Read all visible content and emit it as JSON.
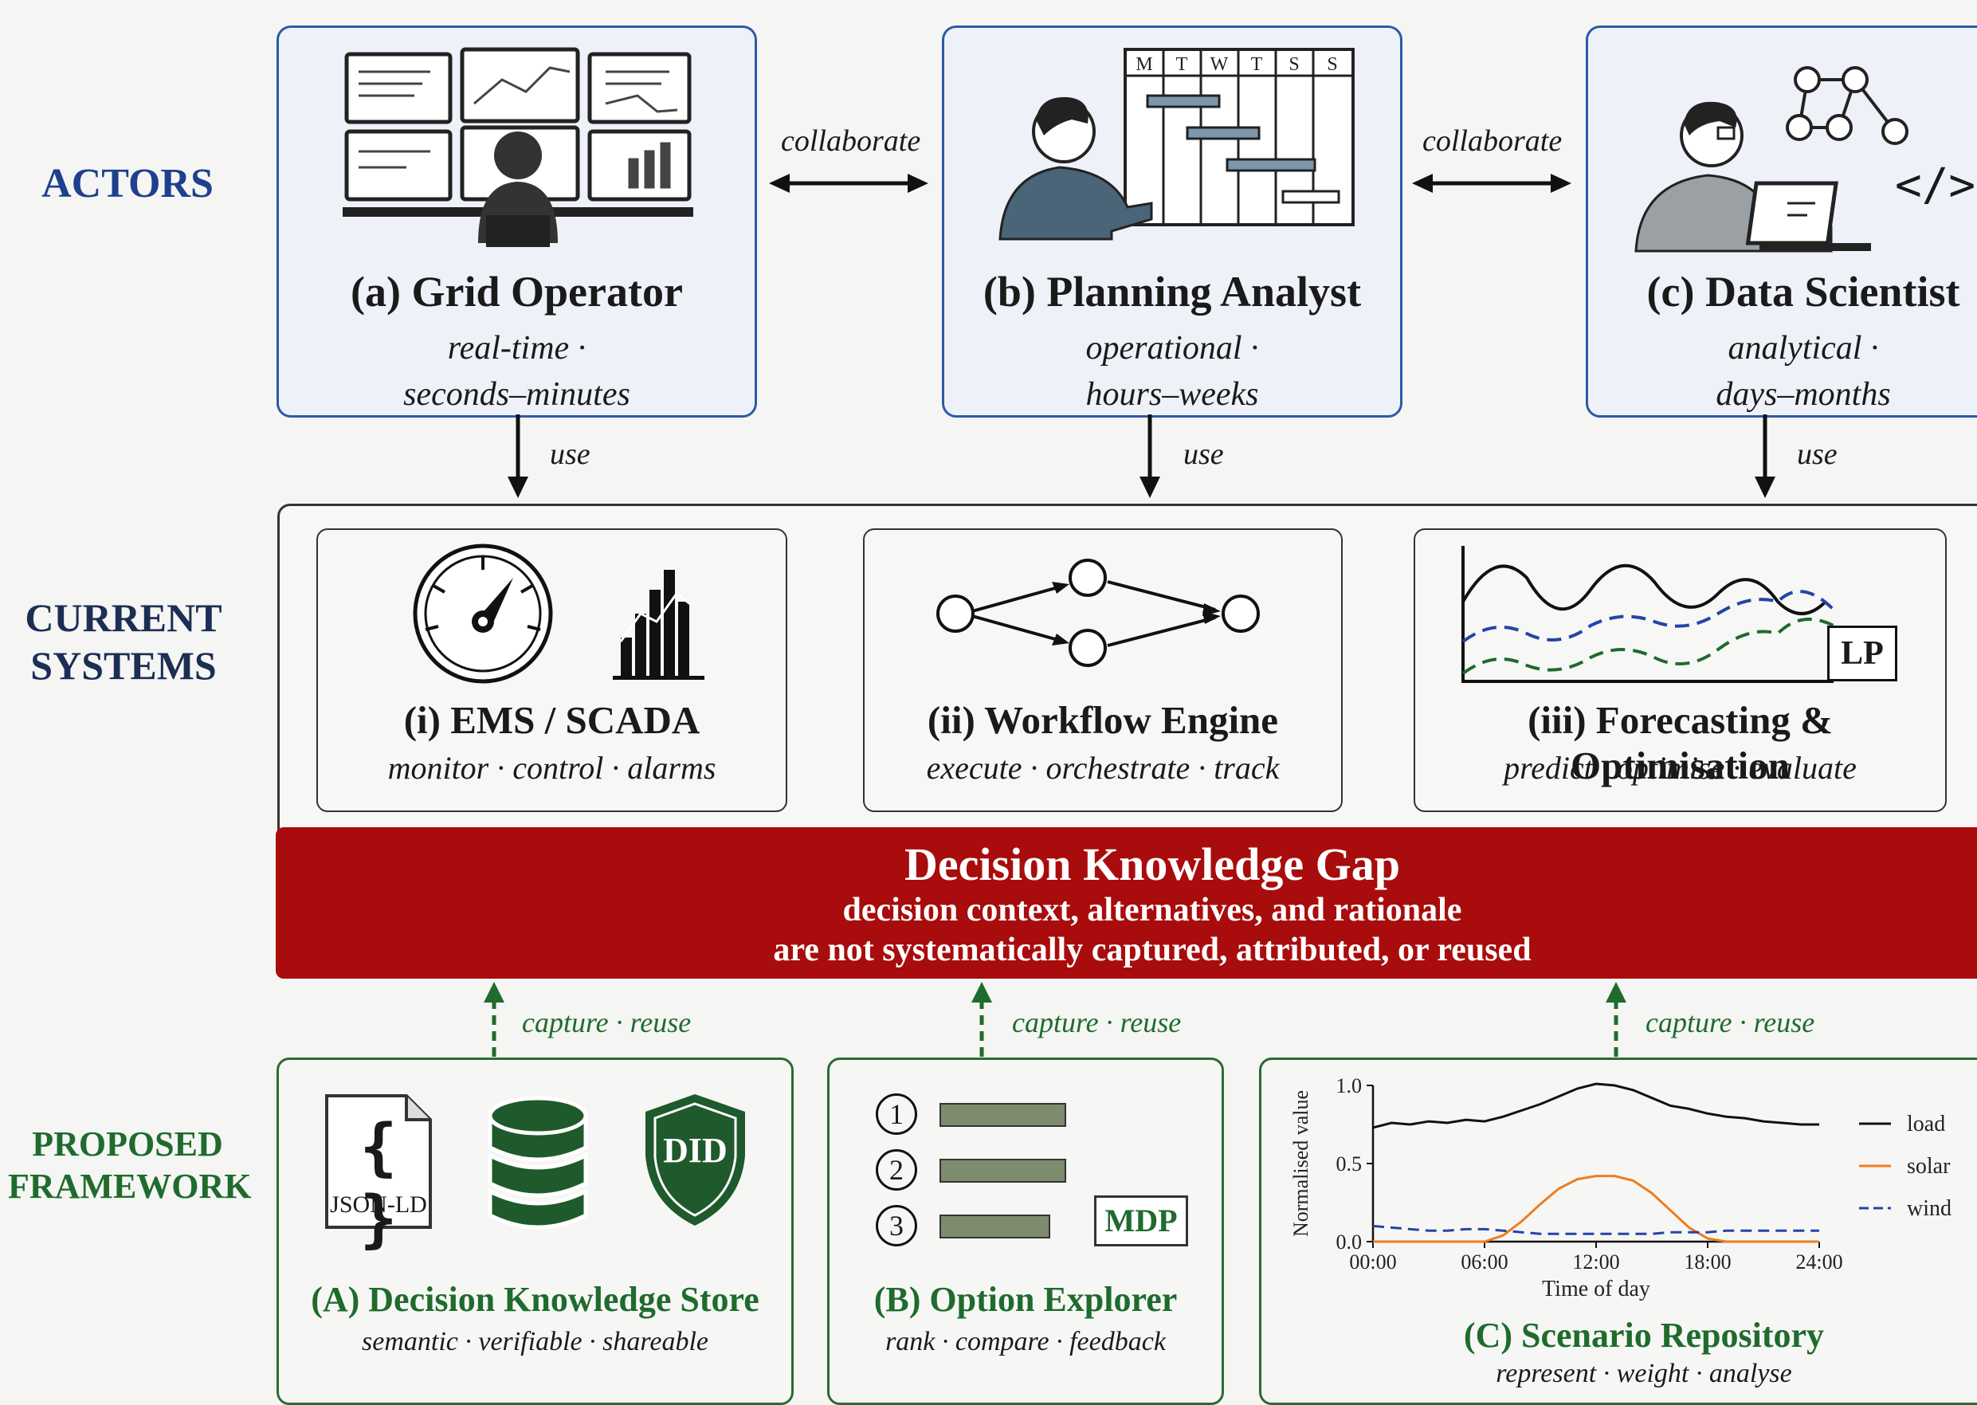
{
  "rows": {
    "actors": "ACTORS",
    "current_1": "CURRENT",
    "current_2": "SYSTEMS",
    "proposed_1": "PROPOSED",
    "proposed_2": "FRAMEWORK"
  },
  "actors": [
    {
      "title": "(a) Grid Operator",
      "sub1": "real-time ·",
      "sub2": "seconds–minutes"
    },
    {
      "title": "(b) Planning Analyst",
      "sub1": "operational ·",
      "sub2": "hours–weeks",
      "calendar_days": [
        "M",
        "T",
        "W",
        "T",
        "S",
        "S"
      ]
    },
    {
      "title": "(c) Data Scientist",
      "sub1": "analytical ·",
      "sub2": "days–months",
      "code_glyph": "</>"
    }
  ],
  "edges": {
    "collaborate": "collaborate",
    "use": "use",
    "capture": "capture · reuse"
  },
  "systems": [
    {
      "title": "(i) EMS / SCADA",
      "sub": "monitor · control · alarms"
    },
    {
      "title": "(ii) Workflow Engine",
      "sub": "execute · orchestrate · track"
    },
    {
      "title": "(iii) Forecasting & Optimisation",
      "sub": "predict · optimise · evaluate",
      "badge": "LP"
    }
  ],
  "gap": {
    "title": "Decision Knowledge Gap",
    "line1": "decision context, alternatives, and rationale",
    "line2": "are not systematically captured, attributed, or reused"
  },
  "proposed": [
    {
      "title": "(A) Decision Knowledge Store",
      "sub": "semantic · verifiable · shareable",
      "icon_json": "{ }",
      "icon_json_label": "JSON-LD",
      "icon_did": "DID"
    },
    {
      "title": "(B) Option Explorer",
      "sub": "rank · compare · feedback",
      "options": [
        "1",
        "2",
        "3"
      ],
      "badge": "MDP"
    },
    {
      "title": "(C) Scenario Repository",
      "sub": "represent · weight · analyse"
    }
  ],
  "chart_data": {
    "type": "line",
    "xlabel": "Time of day",
    "ylabel": "Normalised value",
    "xticks": [
      "00:00",
      "06:00",
      "12:00",
      "18:00",
      "24:00"
    ],
    "yticks": [
      "0.0",
      "0.5",
      "1.0"
    ],
    "xlim": [
      0,
      24
    ],
    "ylim": [
      0,
      1
    ],
    "x": [
      0,
      1,
      2,
      3,
      4,
      5,
      6,
      7,
      8,
      9,
      10,
      11,
      12,
      13,
      14,
      15,
      16,
      17,
      18,
      19,
      20,
      21,
      22,
      23,
      24
    ],
    "series": [
      {
        "name": "load",
        "color": "#111111",
        "dash": "solid",
        "values": [
          0.73,
          0.76,
          0.75,
          0.77,
          0.76,
          0.78,
          0.77,
          0.8,
          0.84,
          0.88,
          0.93,
          0.98,
          1.01,
          1.0,
          0.97,
          0.92,
          0.87,
          0.85,
          0.82,
          0.8,
          0.79,
          0.77,
          0.76,
          0.75,
          0.75
        ]
      },
      {
        "name": "solar",
        "color": "#f07c1e",
        "dash": "solid",
        "values": [
          0,
          0,
          0,
          0,
          0,
          0,
          0,
          0.04,
          0.13,
          0.24,
          0.34,
          0.4,
          0.42,
          0.42,
          0.39,
          0.31,
          0.2,
          0.09,
          0.02,
          0,
          0,
          0,
          0,
          0,
          0
        ]
      },
      {
        "name": "wind",
        "color": "#2444a8",
        "dash": "dashed",
        "values": [
          0.1,
          0.09,
          0.08,
          0.07,
          0.07,
          0.08,
          0.08,
          0.07,
          0.06,
          0.05,
          0.05,
          0.05,
          0.05,
          0.05,
          0.05,
          0.05,
          0.06,
          0.06,
          0.06,
          0.07,
          0.07,
          0.07,
          0.07,
          0.07,
          0.07
        ]
      }
    ],
    "legend": "right"
  },
  "colors": {
    "actor_border": "#2b5aa8",
    "gap": "#a90c0c",
    "proposed": "#2a6b33",
    "rows_actors": "#1f3f8f",
    "rows_current": "#1d2e55"
  }
}
